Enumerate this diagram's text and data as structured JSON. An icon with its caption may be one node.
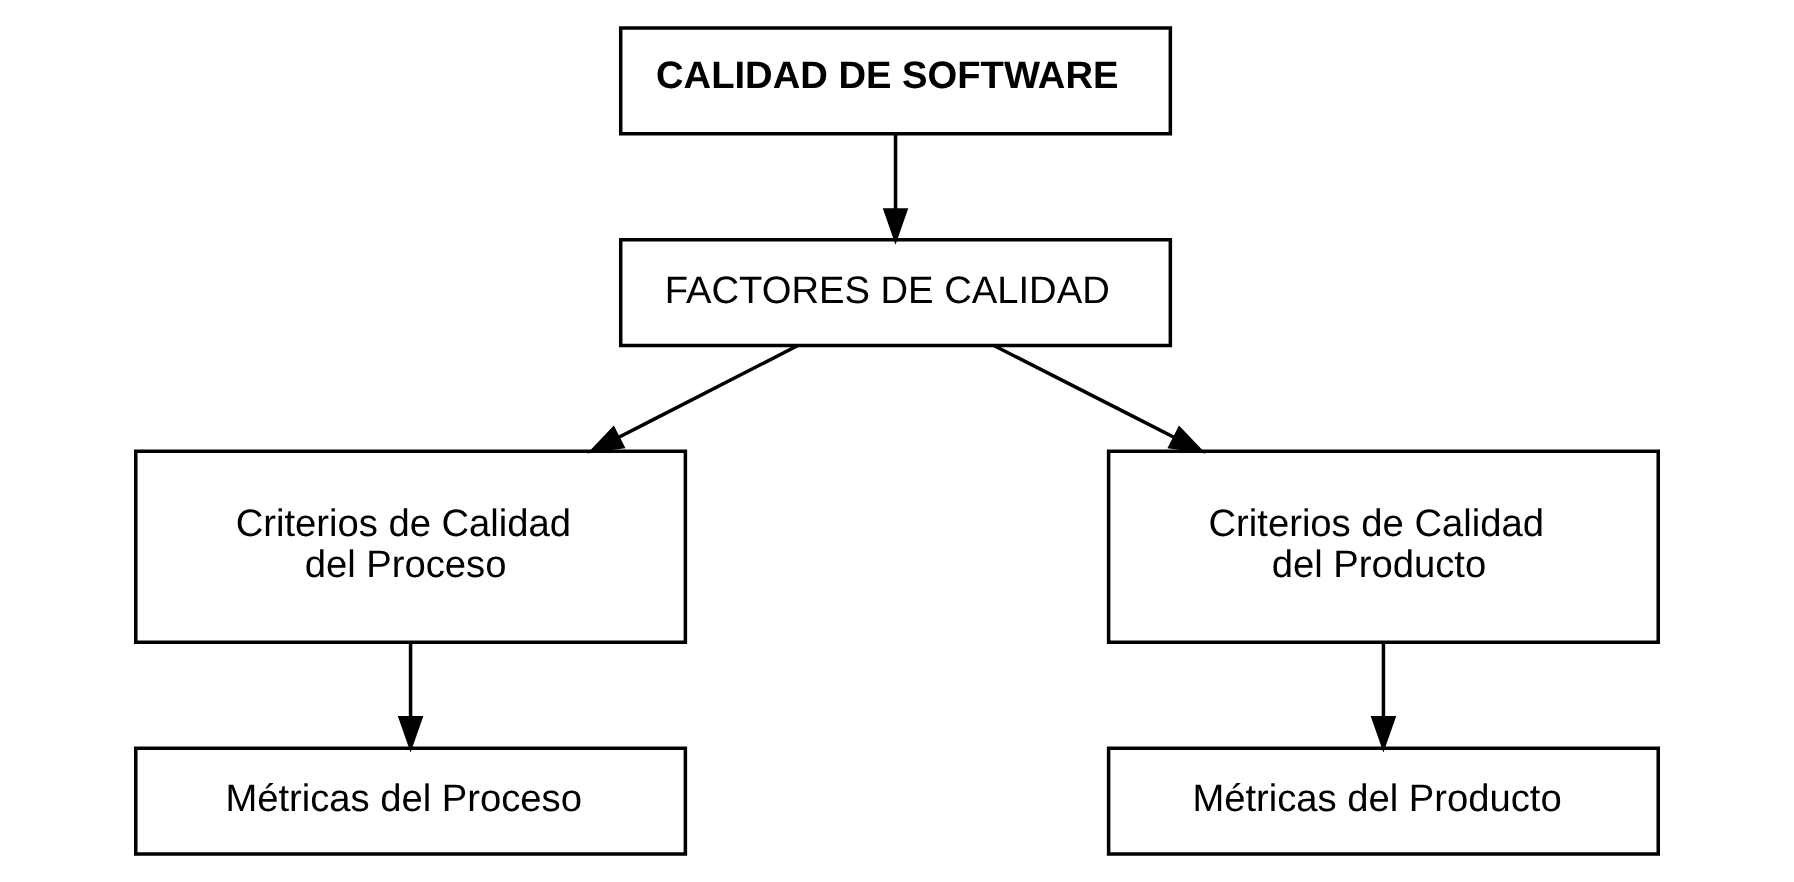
{
  "diagram": {
    "nodes": [
      {
        "text": [
          "CALIDAD DE SOFTWARE"
        ]
      },
      {
        "text": [
          "FACTORES DE CALIDAD"
        ]
      },
      {
        "text": [
          "Criterios de Calidad del Proceso"
        ]
      },
      {
        "text": [
          "Criterios de Calidad del Producto"
        ]
      },
      {
        "text": [
          "Métricas del Proceso"
        ]
      },
      {
        "text": [
          "Métricas del Producto"
        ]
      }
    ],
    "edges": [
      {
        "from": 0,
        "to": 1,
        "arrow": "to"
      },
      {
        "from": 1,
        "to": 2,
        "arrow": "to"
      },
      {
        "from": 1,
        "to": 3,
        "arrow": "to"
      },
      {
        "from": 2,
        "to": 4,
        "arrow": "to"
      },
      {
        "from": 3,
        "to": 5,
        "arrow": "to"
      }
    ]
  }
}
